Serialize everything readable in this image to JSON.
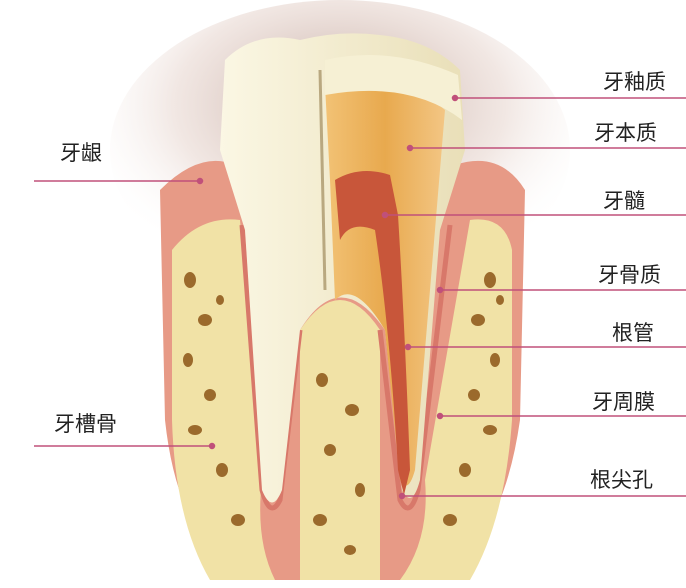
{
  "diagram": {
    "labels": {
      "enamel": "牙釉质",
      "dentin": "牙本质",
      "pulp": "牙髓",
      "cementum": "牙骨质",
      "root_canal": "根管",
      "periodontal_ligament": "牙周膜",
      "apical_foramen": "根尖孔",
      "gingiva": "牙龈",
      "alveolar_bone": "牙槽骨"
    },
    "colors": {
      "leader_line": "#c0507a",
      "enamel": "#f3eccd",
      "dentin": "#e6a54a",
      "pulp": "#c8563a",
      "gum": "#e79a86",
      "bone": "#f1e2a6"
    }
  }
}
